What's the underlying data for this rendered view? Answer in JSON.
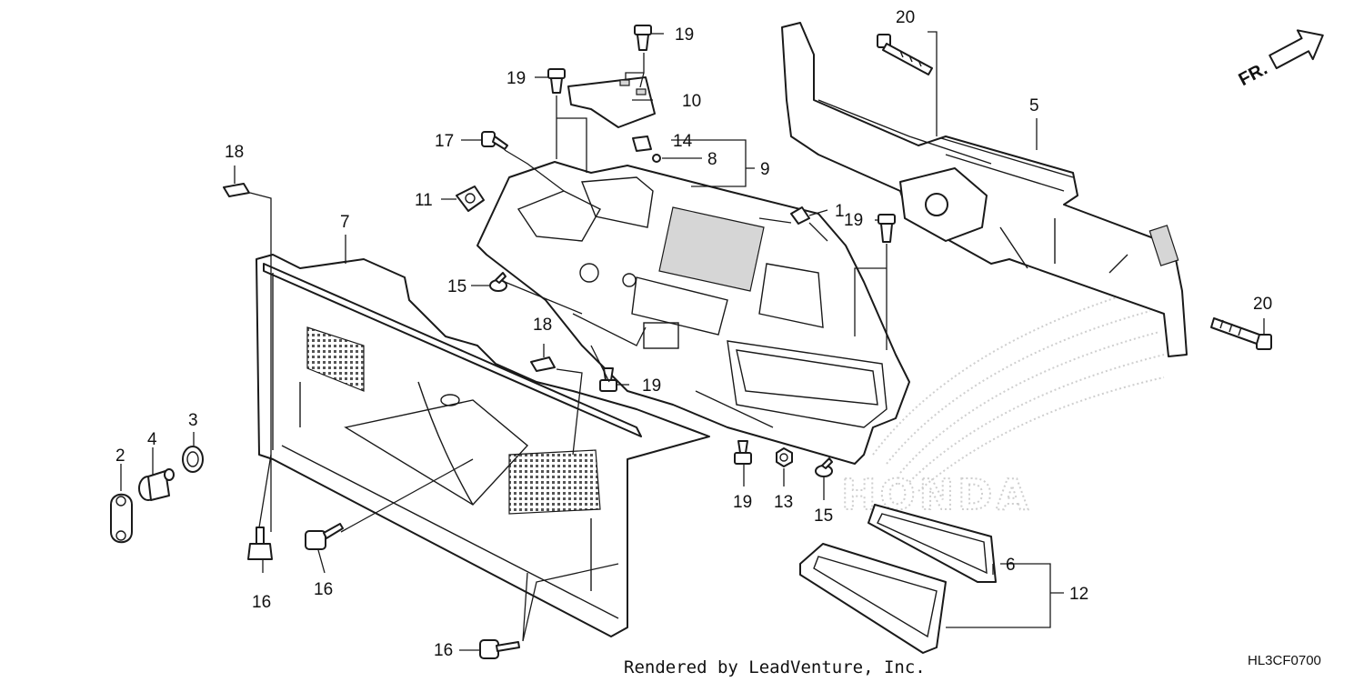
{
  "callouts": {
    "c1": "1",
    "c2": "2",
    "c3": "3",
    "c4": "4",
    "c5": "5",
    "c6": "6",
    "c7": "7",
    "c8": "8",
    "c9": "9",
    "c10": "10",
    "c11": "11",
    "c12": "12",
    "c13": "13",
    "c14": "14",
    "c15a": "15",
    "c15b": "15",
    "c16a": "16",
    "c16b": "16",
    "c16c": "16",
    "c17": "17",
    "c18a": "18",
    "c18b": "18",
    "c19a": "19",
    "c19b": "19",
    "c19c": "19",
    "c19d": "19",
    "c19e": "19",
    "c20a": "20",
    "c20b": "20"
  },
  "direction_label": "FR.",
  "footer_credit": "Rendered by LeadVenture, Inc.",
  "diagram_code": "HL3CF0700",
  "watermark_brand": "HONDA"
}
